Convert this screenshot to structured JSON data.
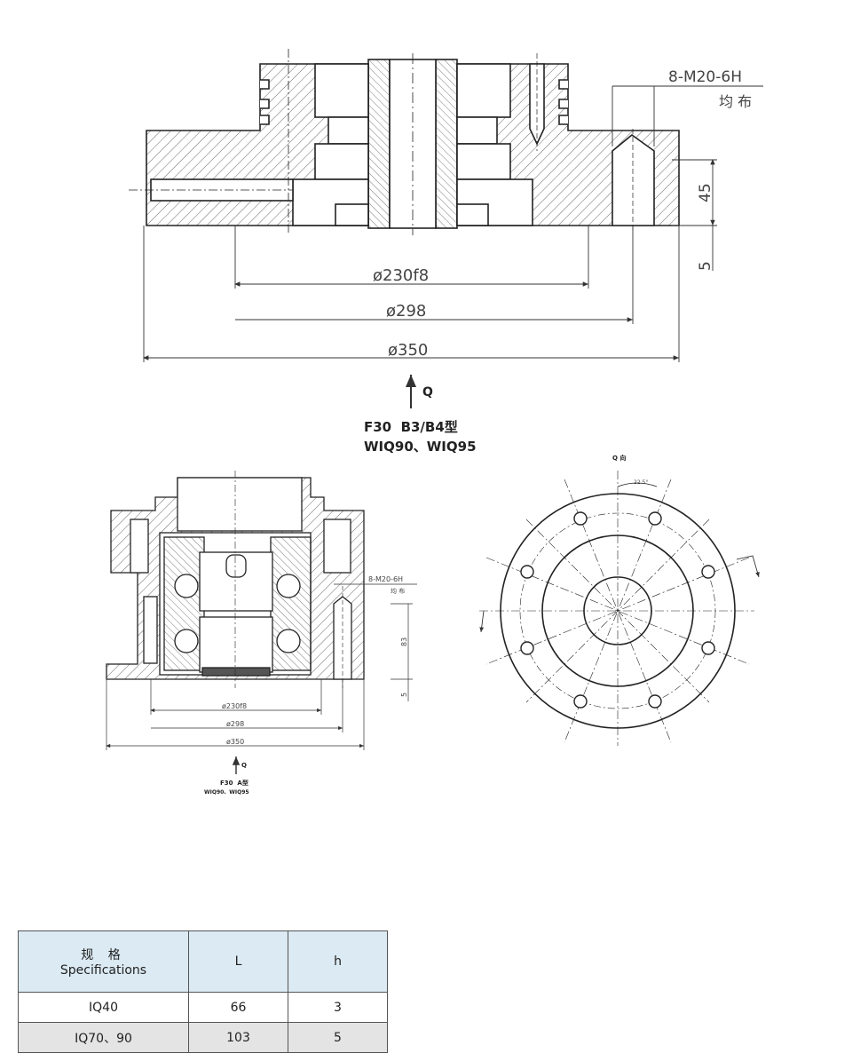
{
  "top_view": {
    "bolt_callout": "8-M20-6H",
    "bolt_note": "均 布",
    "dim_height": "45",
    "dim_step": "5",
    "dim_d1": "ø230f8",
    "dim_d2": "ø298",
    "dim_d3": "ø350",
    "view_arrow": "Q",
    "model_line1": "F30  B3/B4型",
    "model_line2": "WIQ90、WIQ95"
  },
  "bottom_left_view": {
    "bolt_callout": "8-M20-6H",
    "bolt_note": "均 布",
    "dim_height": "83",
    "dim_step": "5",
    "dim_d1": "ø230f8",
    "dim_d2": "ø298",
    "dim_d3": "ø350",
    "view_arrow": "Q",
    "model_line1": "F30  A型",
    "model_line2": "WIQ90、WIQ95"
  },
  "q_view": {
    "title": "Q 向",
    "angle_label": "22.5°"
  },
  "spec_table": {
    "header_cn": "规 格",
    "header_en": "Specifications",
    "header_L": "L",
    "header_h": "h",
    "rows": [
      {
        "spec": "IQ40",
        "L": "66",
        "h": "3"
      },
      {
        "spec": "IQ70、90",
        "L": "103",
        "h": "5"
      }
    ]
  }
}
